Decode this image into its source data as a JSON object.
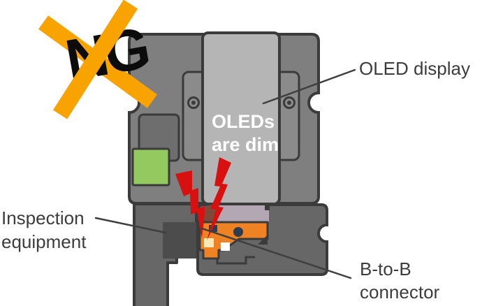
{
  "stamp": {
    "ng": "NG"
  },
  "device": {
    "defect_note": [
      "OLEDs",
      "are dim"
    ]
  },
  "labels": {
    "oled_display": "OLED display",
    "inspection": [
      "Inspection",
      "equipment"
    ],
    "btob": [
      "B-to-B",
      "connector"
    ]
  },
  "colors": {
    "body": "#7f7f7f",
    "panel": "#8b8b8b",
    "strip": "#b5b5b5",
    "inset": "#6e6e6e",
    "dark_block": "#676767",
    "recess": "#4c4c4c",
    "outline": "#3b3b3b",
    "green": "#93c95e",
    "orange_connector": "#ef8222",
    "brown": "#7d4a39",
    "lavender": "#b2a7b2",
    "navy": "#2e3d4e",
    "cream": "#f7e9b8",
    "white_chip": "#ffffff",
    "red_bolt": "#d81010",
    "ng_orange": "#f9a300",
    "ng_text": "#0c0c0c",
    "label_text": "#3c3c3c",
    "leader": "#3f3f3f"
  }
}
